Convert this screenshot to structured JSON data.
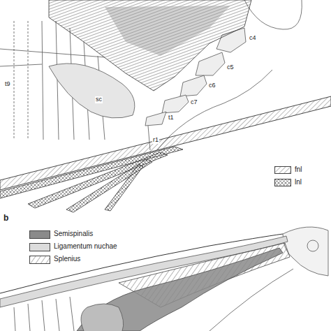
{
  "diagram": {
    "labels": [
      "t9",
      "sc",
      "c4",
      "c5",
      "c6",
      "c7",
      "t1",
      "r1",
      "b"
    ],
    "legend": [
      {
        "text": "fnl"
      },
      {
        "text": "lnl"
      },
      {
        "text": "Semispinalis",
        "color": "#8a8a8a"
      },
      {
        "text": "Ligamentum nuchae",
        "color": "#dcdcdc"
      },
      {
        "text": "Splenius"
      }
    ]
  }
}
